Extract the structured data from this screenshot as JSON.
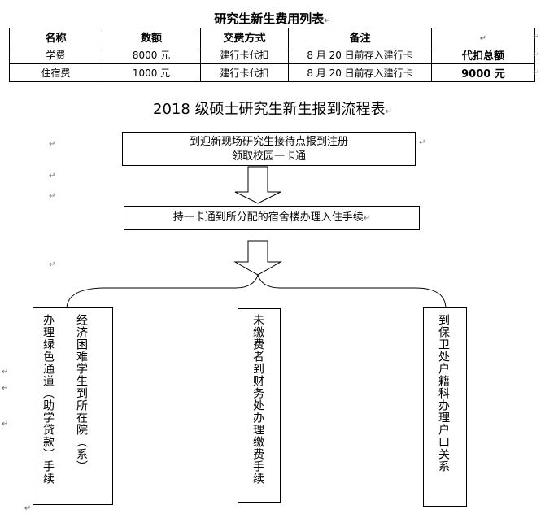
{
  "fee_table": {
    "title": "研究生新生费用列表",
    "headers": [
      "名称",
      "数额",
      "交费方式",
      "备注",
      ""
    ],
    "rows": [
      [
        "学费",
        "8000 元",
        "建行卡代扣",
        "8 月 20 日前存入建行卡",
        "代扣总额"
      ],
      [
        "住宿费",
        "1000 元",
        "建行卡代扣",
        "8 月 20 日前存入建行卡",
        "9000 元"
      ]
    ]
  },
  "flow": {
    "title": "2018 级硕士研究生新生报到流程表",
    "step1_line1": "到迎新现场研究生接待点报到注册",
    "step1_line2": "领取校园一卡通",
    "step2": "持一卡通到所分配的宿舍楼办理入住手续",
    "branch1_col1": "经济困难学生到所在院（系）",
    "branch1_col2": "办理绿色通道（助学贷款）手续",
    "branch2": "未缴费者到财务处办理缴费手续",
    "branch3": "到保卫处户籍科办理户口关系"
  },
  "marks": {
    "paragraph": "↵"
  }
}
